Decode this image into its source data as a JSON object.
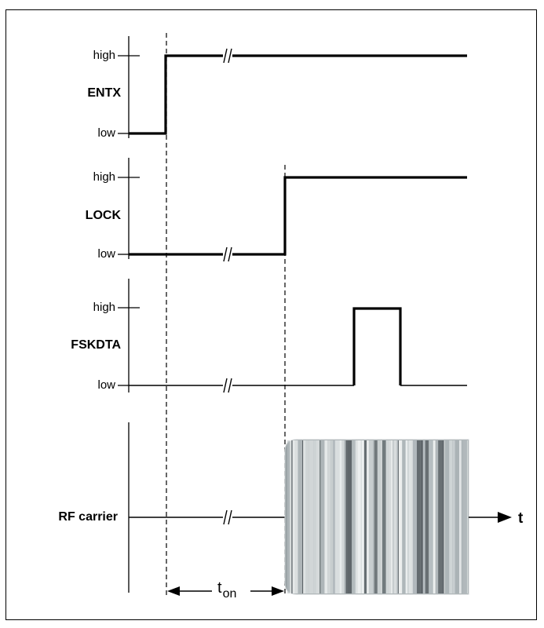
{
  "levels": {
    "high": "high",
    "low": "low"
  },
  "signals": {
    "entx": "ENTX",
    "lock": "LOCK",
    "fskdta": "FSKDTA",
    "rf": "RF carrier"
  },
  "axis": {
    "t": "t"
  },
  "timing": {
    "t": "t",
    "sub": "on"
  },
  "colors": {
    "line": "#000000",
    "frame": "#000000",
    "carrier_light": "#eef1f1",
    "carrier_dark": "#5b6266"
  },
  "icons": [
    "break-mark-icon",
    "arrow-right-icon",
    "arrow-left-icon"
  ]
}
